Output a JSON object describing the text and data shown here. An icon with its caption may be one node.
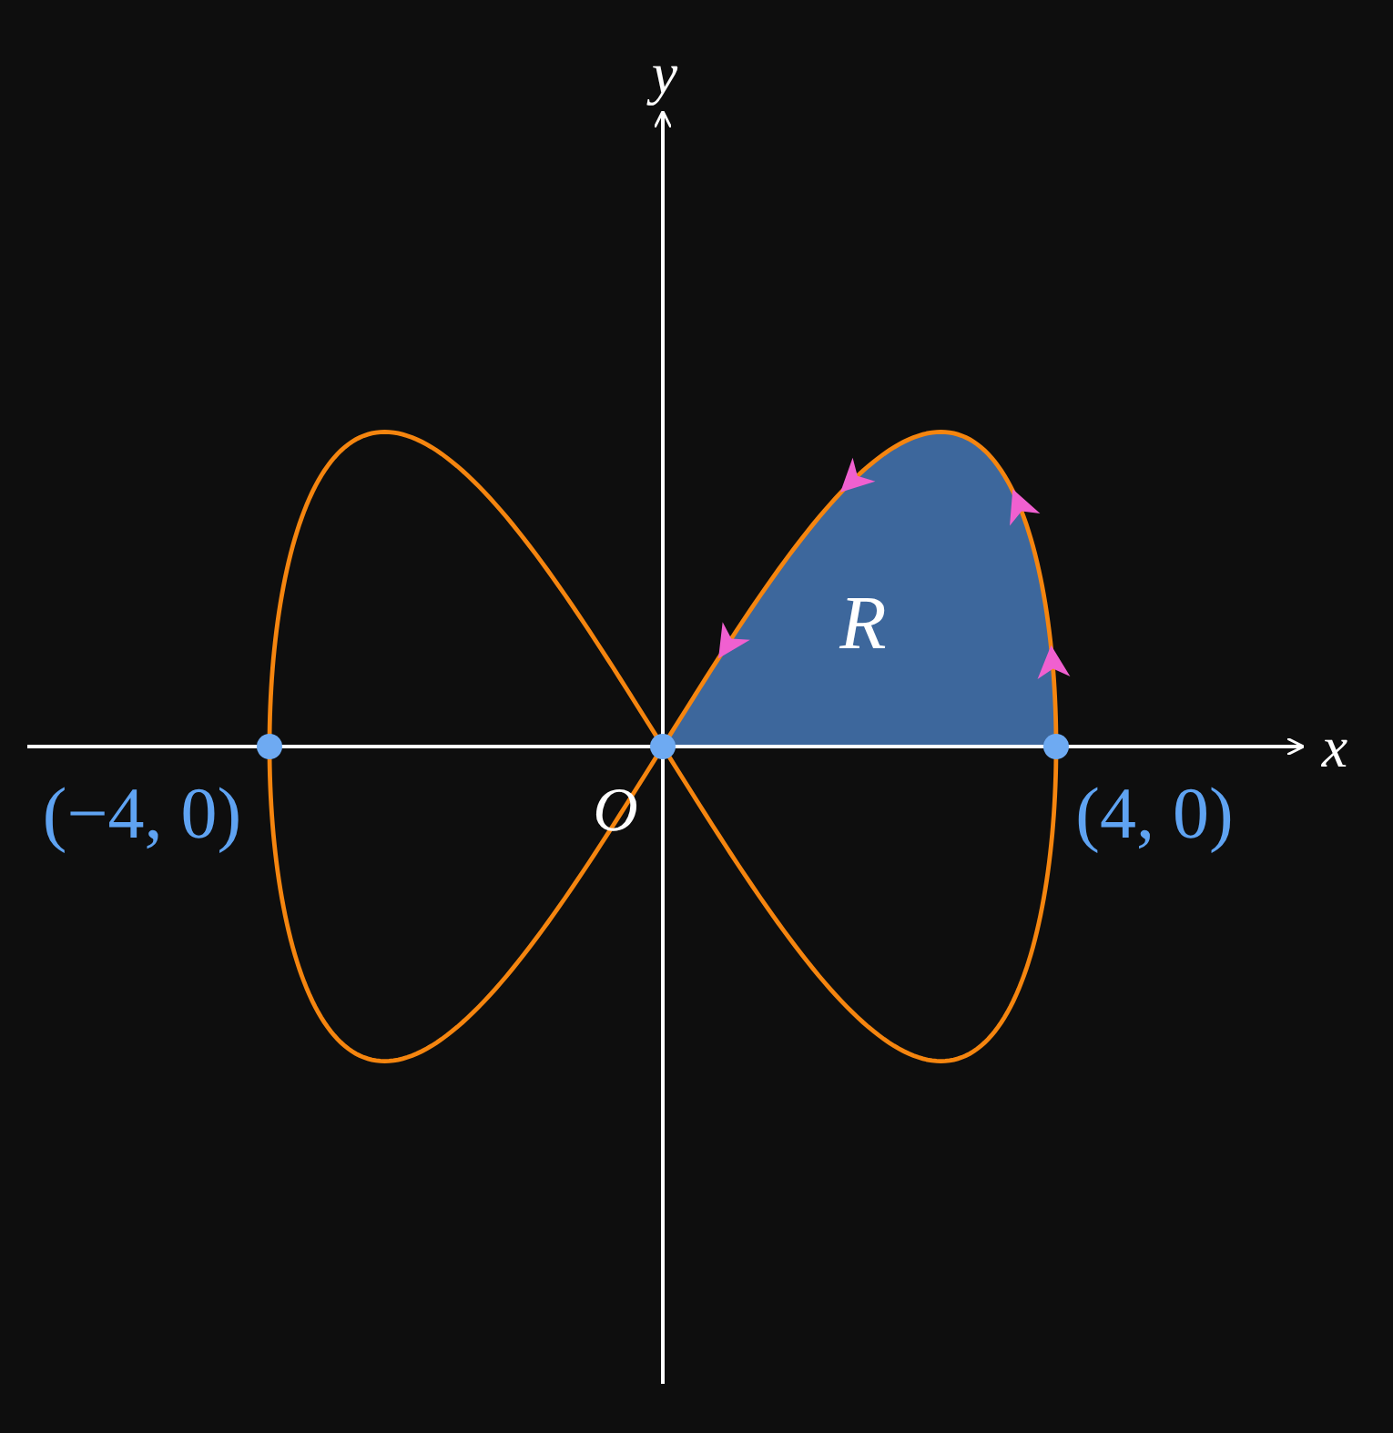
{
  "diagram": {
    "labels": [
      "y",
      "R",
      "x",
      "(−4, 0)",
      "O",
      "(4, 0)"
    ]
  }
}
